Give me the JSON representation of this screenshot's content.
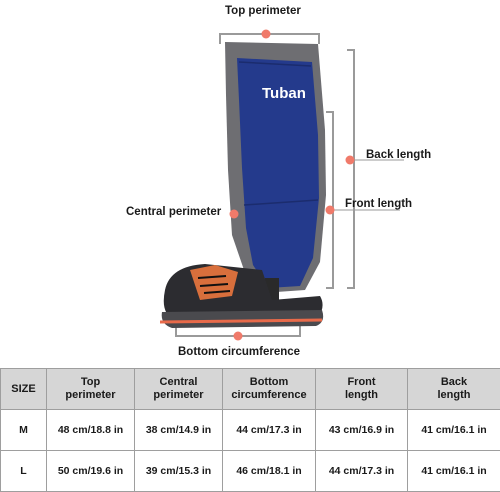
{
  "labels": {
    "top_perimeter": "Top perimeter",
    "back_length": "Back length",
    "front_length": "Front length",
    "central_perimeter": "Central perimeter",
    "bottom_circumference": "Bottom circumference"
  },
  "brand": "Tuban",
  "colors": {
    "gaiter_blue": "#243a8c",
    "gaiter_gray": "#6e6e72",
    "marker": "#f07a6a",
    "bracket": "#9a9a9a",
    "header_bg": "#d6d6d6"
  },
  "table": {
    "headers": [
      {
        "line1": "SIZE",
        "line2": ""
      },
      {
        "line1": "Top",
        "line2": "perimeter"
      },
      {
        "line1": "Central",
        "line2": "perimeter"
      },
      {
        "line1": "Bottom",
        "line2": "circumference"
      },
      {
        "line1": "Front",
        "line2": "length"
      },
      {
        "line1": "Back",
        "line2": "length"
      }
    ],
    "rows": [
      {
        "cells": [
          "M",
          "48 cm/18.8 in",
          "38 cm/14.9 in",
          "44 cm/17.3 in",
          "43 cm/16.9 in",
          "41 cm/16.1 in"
        ]
      },
      {
        "cells": [
          "L",
          "50 cm/19.6 in",
          "39 cm/15.3 in",
          "46 cm/18.1 in",
          "44 cm/17.3 in",
          "41 cm/16.1 in"
        ]
      }
    ]
  }
}
